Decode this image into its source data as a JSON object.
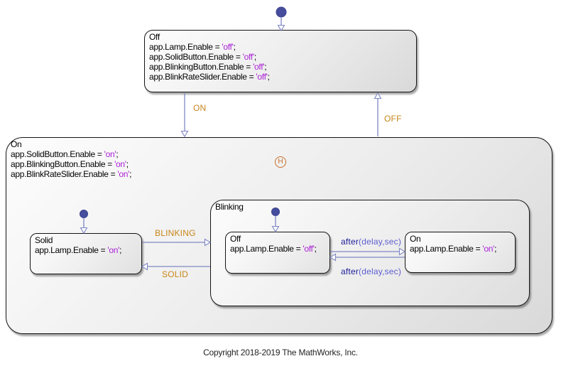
{
  "colors": {
    "string_literal": "#aa1fd6",
    "event_label_orange": "#c8861a",
    "transition_line_blue": "#8088c4",
    "default_dot_indigo": "#454d9c",
    "history_junction_orange": "#c86e28",
    "after_keyword_blue": "#1b1b96",
    "after_args_blue": "#5d5dd0",
    "state_border": "#141414"
  },
  "states": {
    "top_off": {
      "title": "Off",
      "actions": [
        {
          "code": "app.Lamp.Enable = ",
          "value": "'off'",
          "semi": ";"
        },
        {
          "code": "app.SolidButton.Enable = ",
          "value": "'off'",
          "semi": ";"
        },
        {
          "code": "app.BlinkingButton.Enable = ",
          "value": "'off'",
          "semi": ";"
        },
        {
          "code": "app.BlinkRateSlider.Enable = ",
          "value": "'off'",
          "semi": ";"
        }
      ]
    },
    "on": {
      "title": "On",
      "actions": [
        {
          "code": "app.SolidButton.Enable = ",
          "value": "'on'",
          "semi": ";"
        },
        {
          "code": "app.BlinkingButton.Enable = ",
          "value": "'on'",
          "semi": ";"
        },
        {
          "code": "app.BlinkRateSlider.Enable = ",
          "value": "'on'",
          "semi": ";"
        }
      ]
    },
    "solid": {
      "title": "Solid",
      "actions": [
        {
          "code": "app.Lamp.Enable = ",
          "value": "'on'",
          "semi": ";"
        }
      ]
    },
    "blinking": {
      "title": "Blinking"
    },
    "blink_off": {
      "title": "Off",
      "actions": [
        {
          "code": "app.Lamp.Enable = ",
          "value": "'off'",
          "semi": ";"
        }
      ]
    },
    "blink_on": {
      "title": "On",
      "actions": [
        {
          "code": "app.Lamp.Enable = ",
          "value": "'on'",
          "semi": ";"
        }
      ]
    }
  },
  "transitions": {
    "on": "ON",
    "off": "OFF",
    "blinking": "BLINKING",
    "solid": "SOLID",
    "after_top": {
      "keyword": "after",
      "args": "(delay,sec)"
    },
    "after_bottom": {
      "keyword": "after",
      "args": "(delay,sec)"
    }
  },
  "history_junction": "H",
  "footer": {
    "copyright": "Copyright 2018-2019 The MathWorks, Inc."
  }
}
